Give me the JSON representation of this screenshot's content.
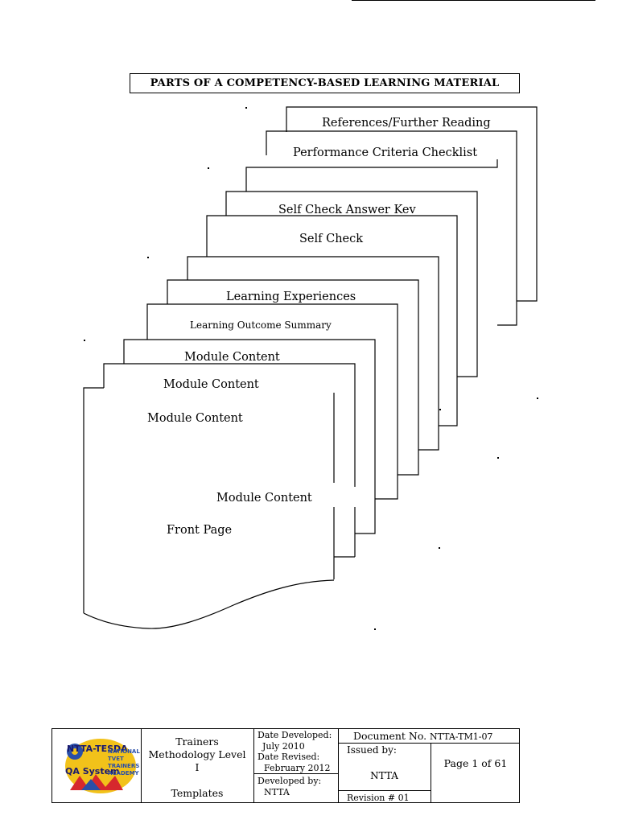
{
  "page": {
    "title": "PARTS OF A COMPETENCY-BASED LEARNING MATERIAL"
  },
  "sheets": {
    "references": "References/Further Reading",
    "performance_checklist": "Performance Criteria Checklist",
    "self_check_answer_key": "Self Check Answer Kev",
    "self_check": "Self Check",
    "learning_experiences": "Learning Experiences",
    "learning_outcome_summary": "Learning Outcome Summary",
    "module_content_1": "Module Content",
    "module_content_2": "Module Content",
    "module_content_3": "Module Content",
    "module_content_4": "Module Content",
    "front_page": "Front Page"
  },
  "footer": {
    "logo": {
      "ntta_tesda": "NTTA-TESDA",
      "qa_system": "QA System",
      "national": "NATIONAL",
      "tvet": "TVET",
      "trainers": "TRAINERS",
      "academy": "ACADEMY"
    },
    "course_line1": "Trainers",
    "course_line2": "Methodology Level",
    "course_line3": "I",
    "course_line4": "Templates",
    "date_developed_label": "Date Developed:",
    "date_developed": "July 2010",
    "date_revised_label": "Date Revised:",
    "date_revised": "February  2012",
    "developed_by_label": "Developed by:",
    "developed_by": "NTTA",
    "document_no_label": "Document No.",
    "document_no": "NTTA-TM1-07",
    "issued_by_label": "Issued by:",
    "issued_by": "NTTA",
    "page_label": "Page 1 of 61",
    "revision": "Revision # 01"
  }
}
